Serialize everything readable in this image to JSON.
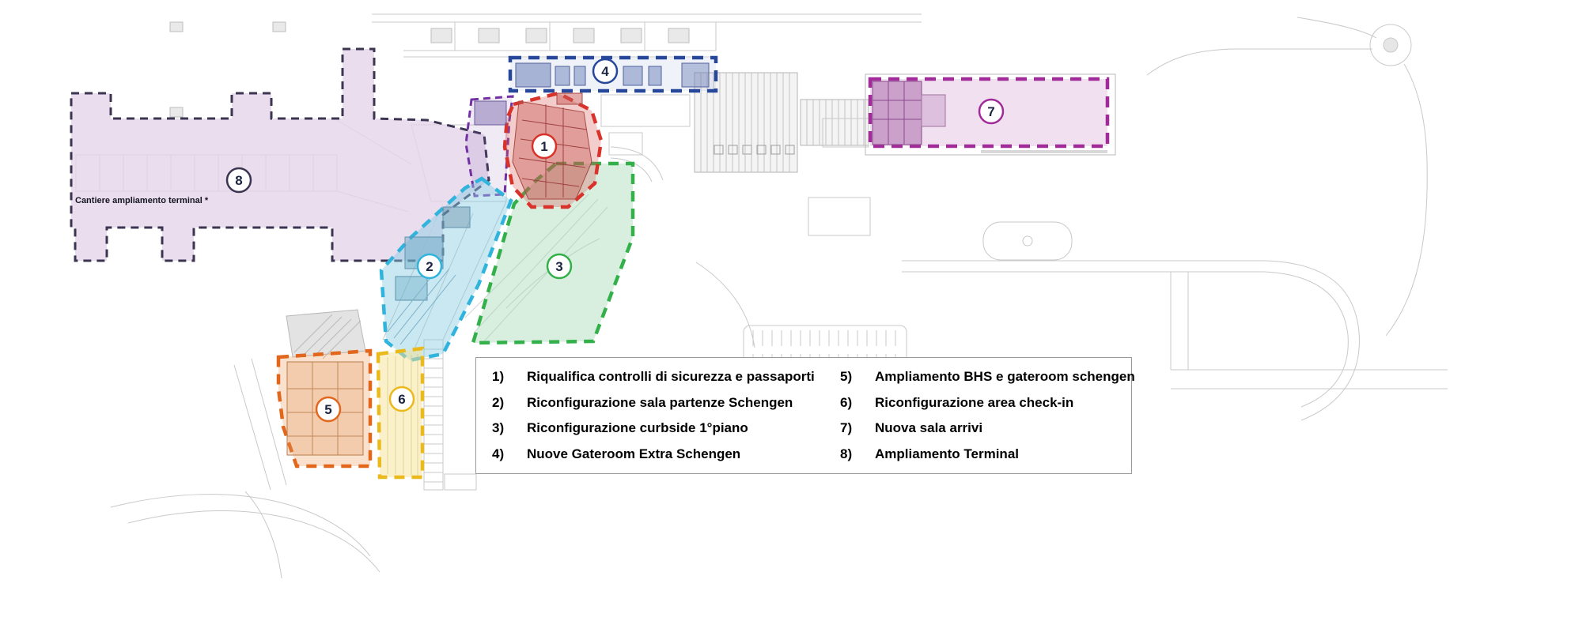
{
  "plan": {
    "annotation_left": "Cantiere ampliamento terminal *",
    "aux_zone": {
      "stroke": "#7231a2",
      "fill": "rgba(128,84,164,0.12)"
    }
  },
  "zones": [
    {
      "number": "1",
      "stroke": "#d8322b",
      "fill": "rgba(216,90,82,0.30)"
    },
    {
      "number": "2",
      "stroke": "#31b4dc",
      "fill": "rgba(135,203,226,0.45)"
    },
    {
      "number": "3",
      "stroke": "#33b04a",
      "fill": "rgba(158,212,172,0.40)"
    },
    {
      "number": "4",
      "stroke": "#27479b",
      "fill": "rgba(100,125,190,0.10)"
    },
    {
      "number": "5",
      "stroke": "#e2661b",
      "fill": "rgba(240,170,112,0.35)"
    },
    {
      "number": "6",
      "stroke": "#eab91c",
      "fill": "rgba(246,226,148,0.50)"
    },
    {
      "number": "7",
      "stroke": "#a12b99",
      "fill": "rgba(205,152,205,0.30)"
    },
    {
      "number": "8",
      "stroke": "#3c3552",
      "fill": "rgba(228,213,234,0.80)"
    }
  ],
  "legend": {
    "items": [
      {
        "num": "1)",
        "label": "Riqualifica controlli di sicurezza e passaporti"
      },
      {
        "num": "2)",
        "label": "Riconfigurazione sala partenze Schengen"
      },
      {
        "num": "3)",
        "label": "Riconfigurazione curbside 1°piano"
      },
      {
        "num": "4)",
        "label": "Nuove Gateroom Extra Schengen"
      },
      {
        "num": "5)",
        "label": "Ampliamento BHS e gateroom schengen"
      },
      {
        "num": "6)",
        "label": "Riconfigurazione area check-in"
      },
      {
        "num": "7)",
        "label": "Nuova sala arrivi"
      },
      {
        "num": "8)",
        "label": "Ampliamento Terminal"
      }
    ]
  }
}
